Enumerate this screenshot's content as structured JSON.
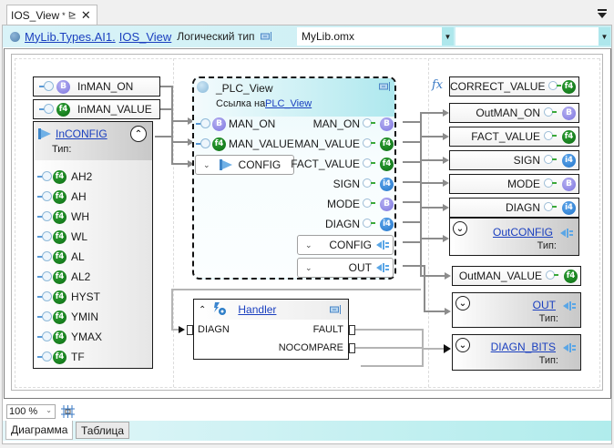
{
  "document_tab": {
    "title": "IOS_View",
    "modified_marker": "*",
    "pin_icon": "pin-icon",
    "close_icon": "close-icon"
  },
  "window_menu_icon": "dropdown-menu-icon",
  "toolbar": {
    "type_path_part1": "MyLib.Types.AI1.",
    "type_path_part2": "IOS_View",
    "logical_type_label": "Логический тип",
    "library_select": {
      "value": "MyLib.omx"
    },
    "second_select": {
      "value": ""
    }
  },
  "diagram": {
    "inputs": [
      {
        "name": "InMAN_ON",
        "type": "B"
      },
      {
        "name": "InMAN_VALUE",
        "type": "f4"
      }
    ],
    "inconfig": {
      "name": "InCONFIG",
      "type_label": "Тип:",
      "fields": [
        {
          "name": "AH2",
          "type": "f4"
        },
        {
          "name": "AH",
          "type": "f4"
        },
        {
          "name": "WH",
          "type": "f4"
        },
        {
          "name": "WL",
          "type": "f4"
        },
        {
          "name": "AL",
          "type": "f4"
        },
        {
          "name": "AL2",
          "type": "f4"
        },
        {
          "name": "HYST",
          "type": "f4"
        },
        {
          "name": "YMIN",
          "type": "f4"
        },
        {
          "name": "YMAX",
          "type": "f4"
        },
        {
          "name": "TF",
          "type": "f4"
        }
      ]
    },
    "plc_block": {
      "title": "_PLC_View",
      "ref_prefix": "Ссылка на",
      "ref_link": "PLC_View",
      "inputs": [
        {
          "name": "MAN_ON",
          "type": "B"
        },
        {
          "name": "MAN_VALUE",
          "type": "f4"
        }
      ],
      "config_in": "CONFIG",
      "outputs": [
        {
          "name": "MAN_ON",
          "type": "B"
        },
        {
          "name": "MAN_VALUE",
          "type": "f4"
        },
        {
          "name": "FACT_VALUE",
          "type": "f4"
        },
        {
          "name": "SIGN",
          "type": "i4"
        },
        {
          "name": "MODE",
          "type": "B"
        },
        {
          "name": "DIAGN",
          "type": "i4"
        }
      ],
      "struct_outputs": [
        "CONFIG",
        "OUT"
      ]
    },
    "handler": {
      "title": "Handler",
      "input": "DIAGN",
      "outputs": [
        "FAULT",
        "NOCOMPARE"
      ]
    },
    "formula_icon": "fx",
    "outputs": [
      {
        "name": "CORRECT_VALUE",
        "type": "f4"
      },
      {
        "name": "OutMAN_ON",
        "type": "B"
      },
      {
        "name": "FACT_VALUE",
        "type": "f4"
      },
      {
        "name": "SIGN",
        "type": "i4"
      },
      {
        "name": "MODE",
        "type": "B"
      },
      {
        "name": "DIAGN",
        "type": "i4"
      },
      {
        "name": "OutMAN_VALUE",
        "type": "f4"
      }
    ],
    "struct_outputs": [
      {
        "name": "OutCONFIG",
        "type_label": "Тип:"
      },
      {
        "name": "OUT",
        "type_label": "Тип:"
      },
      {
        "name": "DIAGN_BITS",
        "type_label": "Тип:"
      }
    ]
  },
  "bottom": {
    "zoom_value": "100 %",
    "tabs": [
      {
        "label": "Диаграмма",
        "active": true
      },
      {
        "label": "Таблица",
        "active": false
      }
    ]
  },
  "colors": {
    "toolbar_bg": "#c8eef2",
    "link": "#1a3fbf",
    "badge_B": "#8a82e2",
    "badge_f4": "#0e7a16",
    "badge_i4": "#2f85d6"
  }
}
